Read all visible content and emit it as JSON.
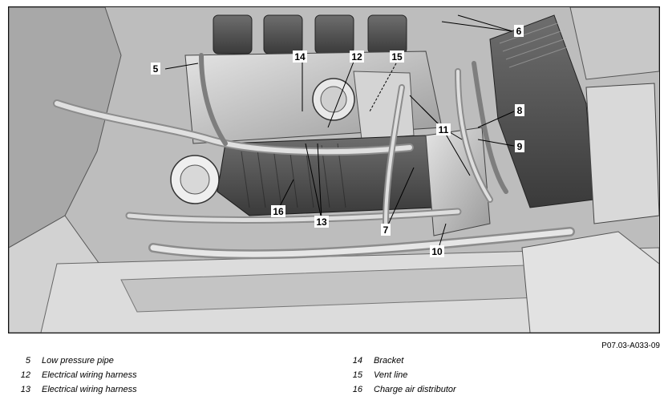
{
  "figure": {
    "reference": "P07.03-A033-09",
    "callouts": [
      {
        "id": "c5",
        "label": "5"
      },
      {
        "id": "c6",
        "label": "6"
      },
      {
        "id": "c7",
        "label": "7"
      },
      {
        "id": "c8",
        "label": "8"
      },
      {
        "id": "c9",
        "label": "9"
      },
      {
        "id": "c10",
        "label": "10"
      },
      {
        "id": "c11",
        "label": "11"
      },
      {
        "id": "c12",
        "label": "12"
      },
      {
        "id": "c13",
        "label": "13"
      },
      {
        "id": "c14",
        "label": "14"
      },
      {
        "id": "c15",
        "label": "15"
      },
      {
        "id": "c16",
        "label": "16"
      }
    ]
  },
  "legend": [
    {
      "number": "5",
      "description": "Low pressure pipe"
    },
    {
      "number": "12",
      "description": "Electrical wiring harness"
    },
    {
      "number": "13",
      "description": "Electrical wiring harness"
    },
    {
      "number": "14",
      "description": "Bracket"
    },
    {
      "number": "15",
      "description": "Vent line"
    },
    {
      "number": "16",
      "description": "Charge air distributor"
    }
  ]
}
